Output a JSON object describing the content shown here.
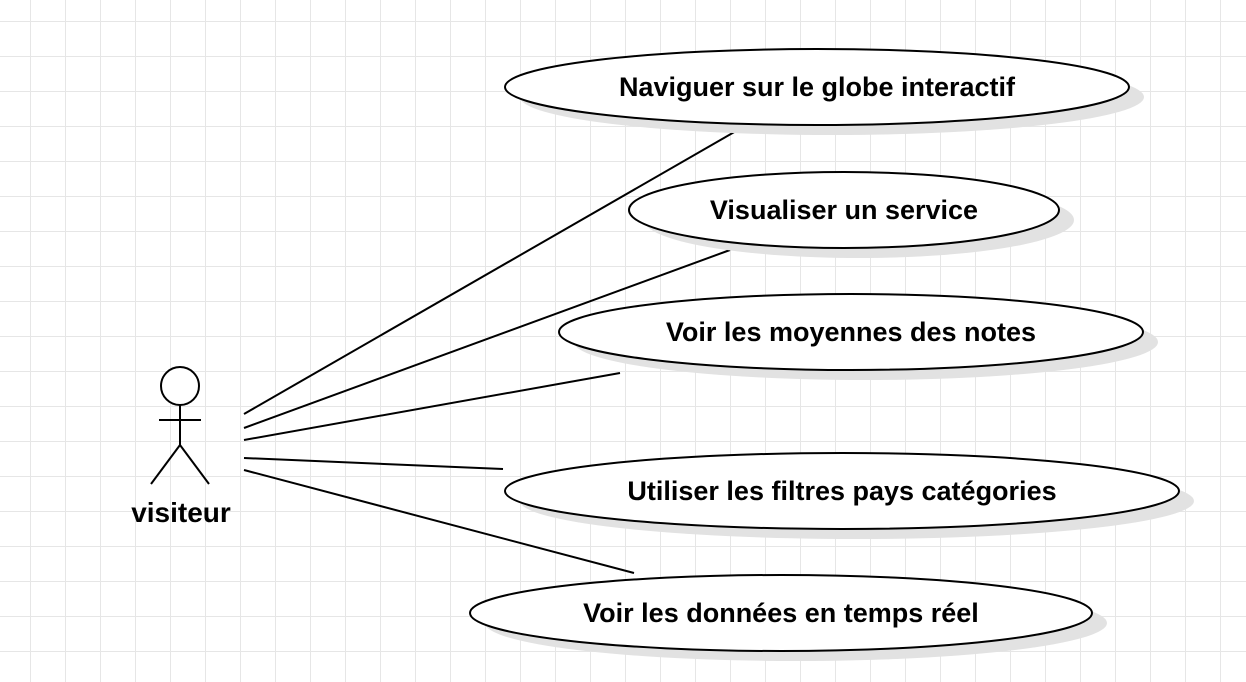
{
  "diagram": {
    "actor": {
      "label": "visiteur"
    },
    "use_cases": [
      {
        "label": "Naviguer sur le globe interactif"
      },
      {
        "label": "Visualiser un service"
      },
      {
        "label": "Voir les moyennes des notes"
      },
      {
        "label": "Utiliser les filtres pays catégories"
      },
      {
        "label": "Voir les données en temps réel"
      }
    ]
  }
}
